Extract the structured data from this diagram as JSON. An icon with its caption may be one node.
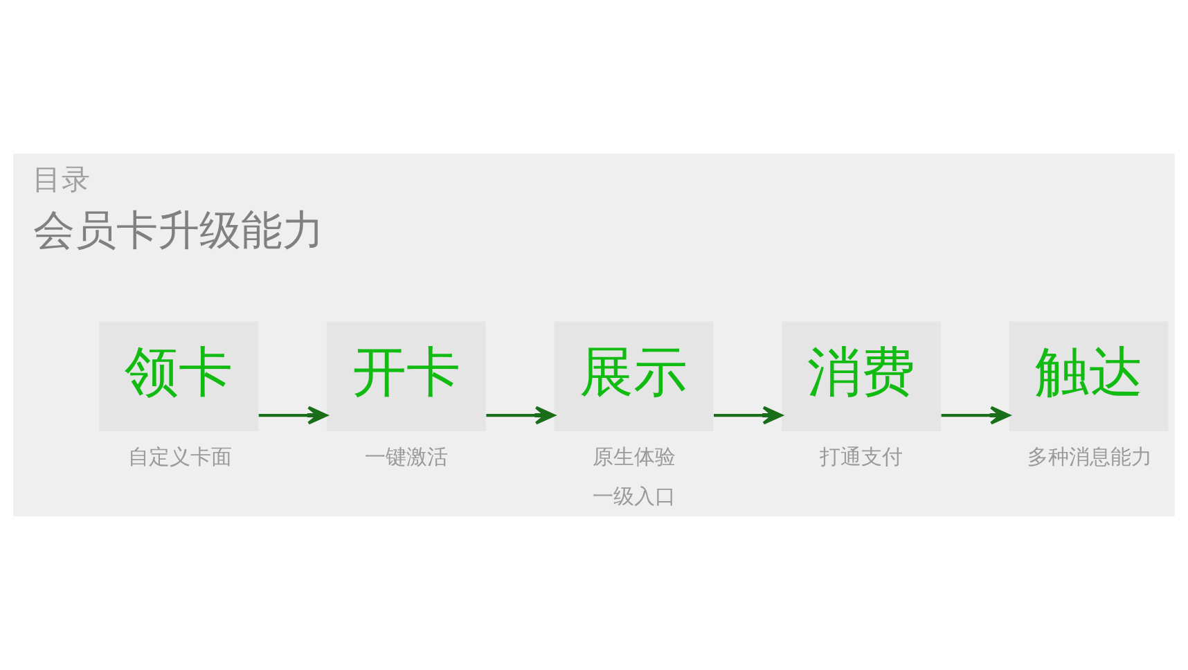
{
  "diagram": {
    "title": "目录",
    "nodes": [
      {
        "text": [
          "领卡"
        ],
        "beside": [
          "自定义卡面"
        ]
      },
      {
        "text": [
          "开卡"
        ],
        "beside": [
          "一键激活"
        ]
      },
      {
        "text": [
          "展示"
        ],
        "beside": [
          "原生体验",
          "一级入口"
        ]
      },
      {
        "text": [
          "消费"
        ],
        "beside": [
          "打通支付"
        ]
      },
      {
        "text": [
          "触达"
        ],
        "beside": [
          "多种消息能力"
        ]
      }
    ],
    "edges": [
      {
        "from": 0,
        "to": 1,
        "arrow": "to"
      },
      {
        "from": 1,
        "to": 2,
        "arrow": "to"
      },
      {
        "from": 2,
        "to": 3,
        "arrow": "to"
      },
      {
        "from": 3,
        "to": 4,
        "arrow": "to"
      }
    ],
    "labels": [
      "会员卡升级能力"
    ]
  }
}
